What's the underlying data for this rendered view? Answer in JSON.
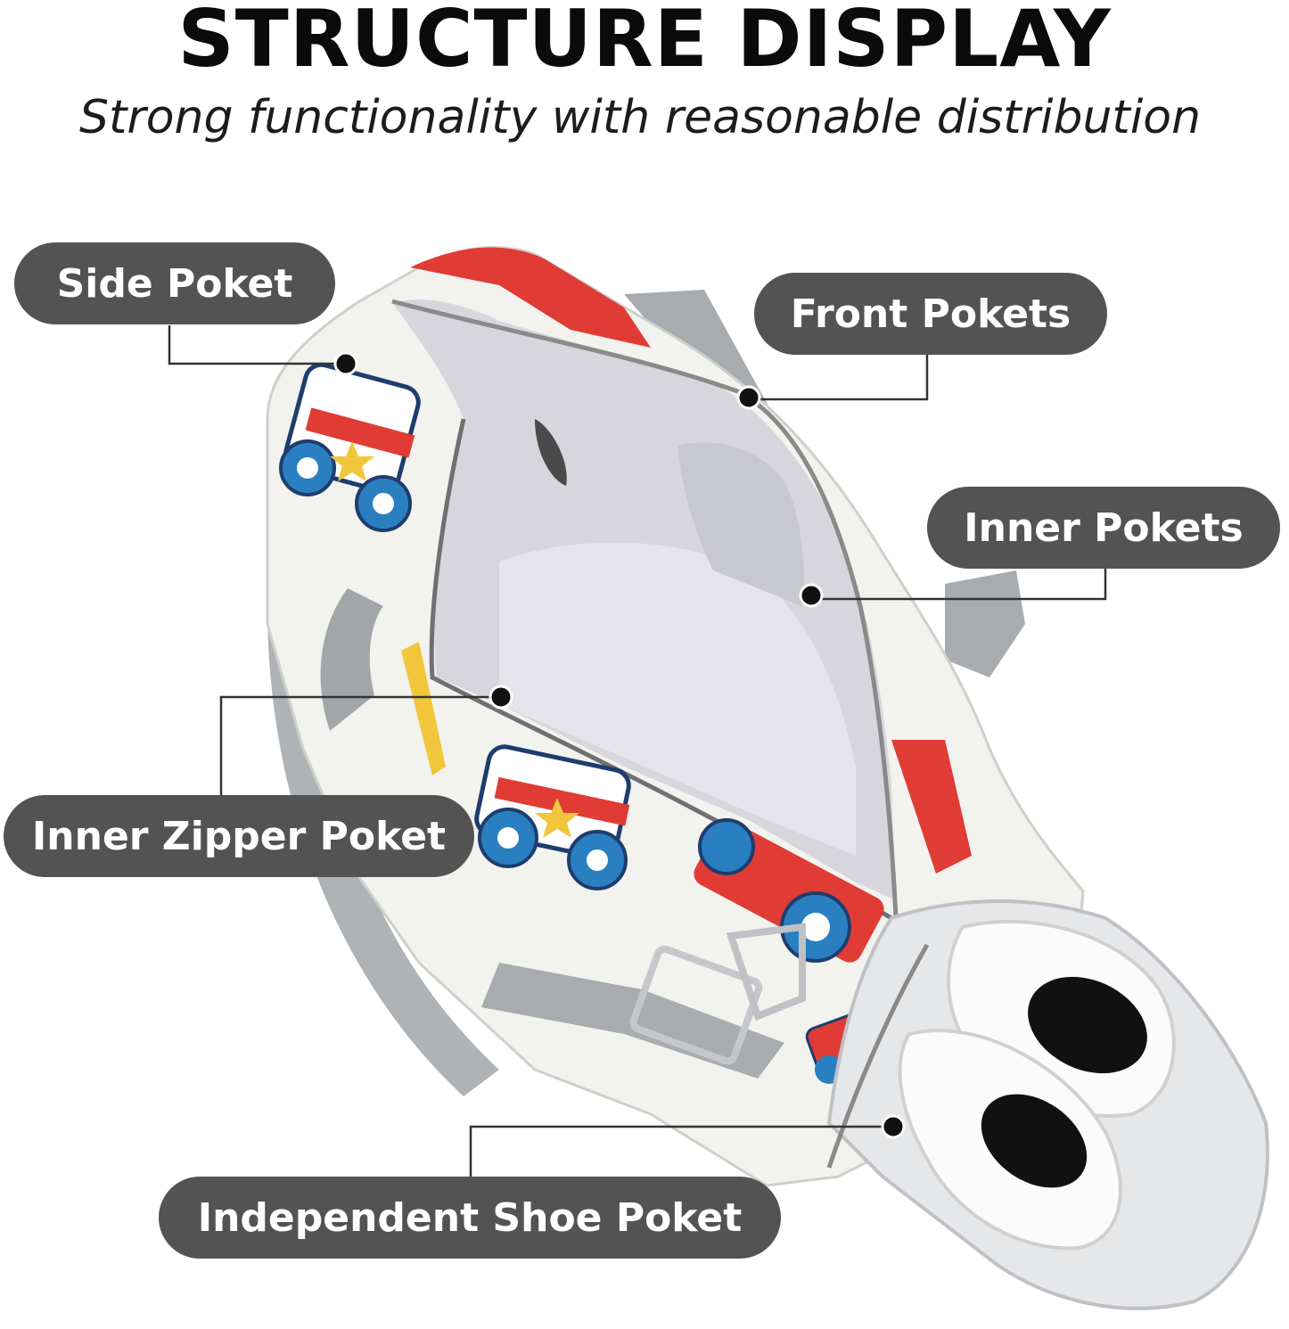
{
  "header": {
    "title": "STRUCTURE DISPLAY",
    "subtitle": "Strong functionality with reasonable distribution"
  },
  "callouts": {
    "side_pocket": "Side Poket",
    "front_pockets": "Front Pokets",
    "inner_pockets": "Inner Pokets",
    "inner_zipper_pocket": "Inner Zipper Poket",
    "shoe_pocket": "Independent Shoe Poket"
  },
  "colors": {
    "label_bg": "#535353",
    "label_text": "#ffffff",
    "leader_line": "#333333",
    "strap": "#a9acaf",
    "lining": "#d6d6dc",
    "bag_fabric": "#f2f2ee",
    "print_red": "#e03c35",
    "print_blue": "#2a7fc1",
    "print_yellow": "#f2c63a"
  }
}
